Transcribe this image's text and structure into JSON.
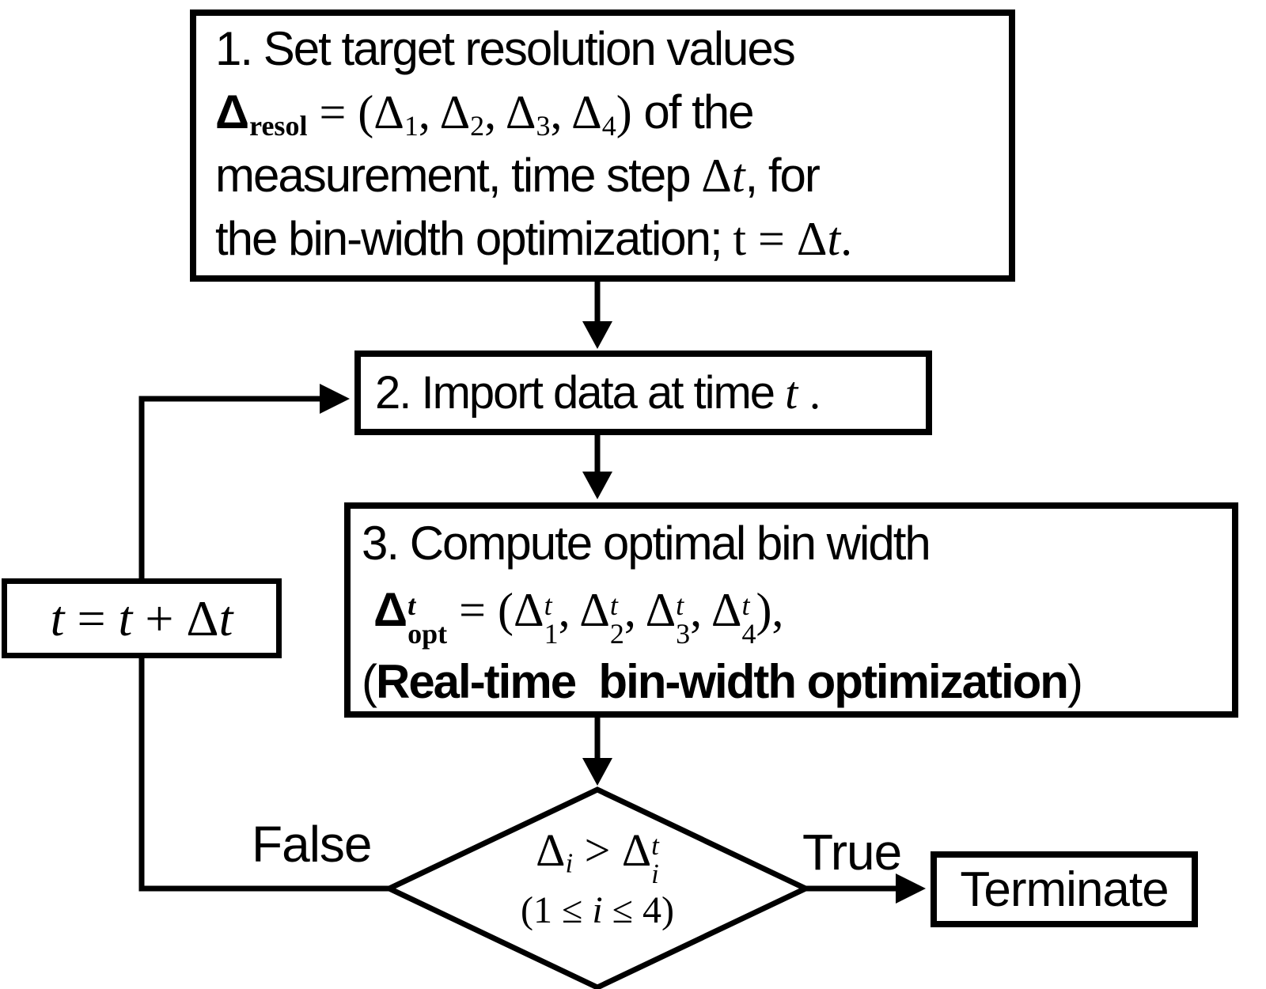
{
  "figure": {
    "background_color": "#ffffff",
    "line_color": "#000000"
  },
  "step1": {
    "lines": [
      [
        {
          "t": "1. Set target resolution values"
        }
      ],
      [
        {
          "t": "Δ",
          "s": "bd",
          "sub": "resol",
          "subs": "r"
        },
        {
          "t": " = (",
          "s": "r"
        },
        {
          "t": "Δ",
          "s": "r",
          "sub": "1",
          "subs": "r"
        },
        {
          "t": ", ",
          "s": "r"
        },
        {
          "t": "Δ",
          "s": "r",
          "sub": "2",
          "subs": "r"
        },
        {
          "t": ", ",
          "s": "r"
        },
        {
          "t": "Δ",
          "s": "r",
          "sub": "3",
          "subs": "r"
        },
        {
          "t": ", ",
          "s": "r"
        },
        {
          "t": "Δ",
          "s": "r",
          "sub": "4",
          "subs": "r"
        },
        {
          "t": ")",
          "s": "r"
        },
        {
          "t": " of the"
        }
      ],
      [
        {
          "t": "measurement, time step "
        },
        {
          "t": "Δ",
          "s": "r"
        },
        {
          "t": "t",
          "s": "i"
        },
        {
          "t": ", for"
        }
      ],
      [
        {
          "t": "the bin-width optimization; "
        },
        {
          "t": "t",
          "s": "r"
        },
        {
          "t": " = ",
          "s": "r"
        },
        {
          "t": "Δ",
          "s": "r"
        },
        {
          "t": "t",
          "s": "i"
        },
        {
          "t": ".",
          "s": "r"
        }
      ]
    ]
  },
  "step2": {
    "line": [
      {
        "t": "2. Import data at time "
      },
      {
        "t": "t",
        "s": "i"
      },
      {
        "t": " .",
        "s": "r"
      }
    ]
  },
  "step3": {
    "lines": [
      [
        {
          "t": "3. Compute optimal bin width"
        }
      ],
      [
        {
          "t": " ",
          "s": "r"
        },
        {
          "t": "Δ",
          "s": "bd",
          "sup": "t",
          "sups": "i",
          "sub": "opt",
          "subs": "r"
        },
        {
          "t": " = (",
          "s": "r"
        },
        {
          "t": "Δ",
          "s": "r",
          "sup": "t",
          "sups": "i",
          "sub": "1",
          "subs": "r"
        },
        {
          "t": ", ",
          "s": "r"
        },
        {
          "t": "Δ",
          "s": "r",
          "sup": "t",
          "sups": "i",
          "sub": "2",
          "subs": "r"
        },
        {
          "t": ", ",
          "s": "r"
        },
        {
          "t": "Δ",
          "s": "r",
          "sup": "t",
          "sups": "i",
          "sub": "3",
          "subs": "r"
        },
        {
          "t": ", ",
          "s": "r"
        },
        {
          "t": "Δ",
          "s": "r",
          "sup": "t",
          "sups": "i",
          "sub": "4",
          "subs": "r"
        },
        {
          "t": "),",
          "s": "r"
        }
      ],
      [
        {
          "t": "(",
          "s": "th"
        },
        {
          "t": "Real-time  bin-width optimization",
          "s": "b"
        },
        {
          "t": ")",
          "s": "th"
        }
      ]
    ]
  },
  "decision": {
    "line1": [
      {
        "t": "Δ",
        "s": "r",
        "sub": "i",
        "subs": "i"
      },
      {
        "t": " > ",
        "s": "r"
      },
      {
        "t": "Δ",
        "s": "r",
        "sup": "t",
        "sups": "i",
        "sub": "i",
        "subs": "i"
      }
    ],
    "line2": [
      {
        "t": "(1 ≤ ",
        "s": "r"
      },
      {
        "t": "i",
        "s": "i"
      },
      {
        "t": " ≤ 4)",
        "s": "r"
      }
    ]
  },
  "update_box": {
    "line": [
      {
        "t": "t",
        "s": "i"
      },
      {
        "t": " = ",
        "s": "r"
      },
      {
        "t": "t",
        "s": "i"
      },
      {
        "t": " + ",
        "s": "r"
      },
      {
        "t": "Δ",
        "s": "r"
      },
      {
        "t": "t",
        "s": "i"
      }
    ]
  },
  "terminate": {
    "label": "Terminate"
  },
  "branch_labels": {
    "false": "False",
    "true": "True"
  }
}
